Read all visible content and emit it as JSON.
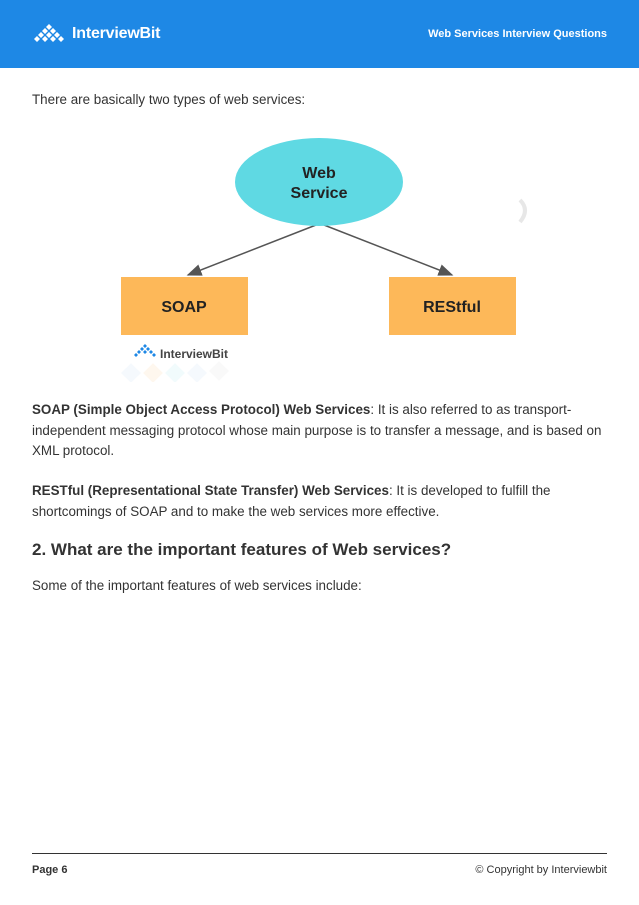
{
  "header": {
    "brand_name": "InterviewBit",
    "title": "Web Services Interview Questions",
    "background": "#1e88e5"
  },
  "intro_text": "There are basically two types of web services:",
  "diagram": {
    "root_line1": "Web",
    "root_line2": "Service",
    "left_node": "SOAP",
    "right_node": "REStful",
    "watermark": "InterviewBit",
    "root_color": "#5fd9e3",
    "node_color": "#fdb859"
  },
  "soap": {
    "term": "SOAP (Simple Object Access Protocol) Web Services",
    "description": ": It is also referred to as transport-independent messaging protocol whose main purpose is to transfer a message, and is based on XML protocol."
  },
  "restful": {
    "term": "RESTful (Representational State Transfer) Web Services",
    "description": ": It is developed to fulfill the shortcomings of SOAP and to make the web services more effective."
  },
  "question": {
    "heading": "2.   What are the important features of Web services?",
    "text": "Some of the important features of web services include:"
  },
  "footer": {
    "page": "Page 6",
    "copyright": "© Copyright by Interviewbit"
  }
}
